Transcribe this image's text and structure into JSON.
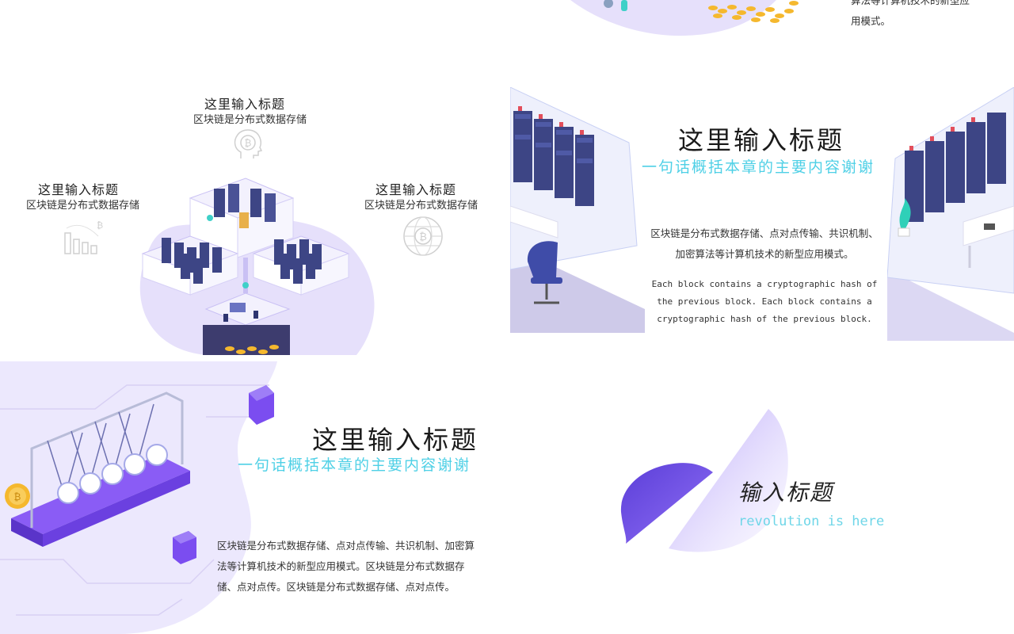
{
  "top_slide": {
    "partial_text_line1": "算法等计算机技术的新型应",
    "partial_text_line2": "用模式。"
  },
  "slide1": {
    "items": [
      {
        "title": "这里输入标题",
        "desc": "区块链是分布式数据存储",
        "icon": "bitcoin-head-icon"
      },
      {
        "title": "这里输入标题",
        "desc": "区块链是分布式数据存储",
        "icon": "bar-chart-bitcoin-icon"
      },
      {
        "title": "这里输入标题",
        "desc": "区块链是分布式数据存储",
        "icon": "globe-bitcoin-icon"
      }
    ]
  },
  "slide2": {
    "title": "这里输入标题",
    "subtitle": "一句话概括本章的主要内容谢谢",
    "body_cn": "区块链是分布式数据存储、点对点传输、共识机制、加密算法等计算机技术的新型应用模式。",
    "body_en": "Each block contains a cryptographic hash of the previous block. Each block contains a cryptographic hash of the previous block."
  },
  "slide3": {
    "title": "这里输入标题",
    "subtitle": "一句话概括本章的主要内容谢谢",
    "body_cn": "区块链是分布式数据存储、点对点传输、共识机制、加密算法等计算机技术的新型应用模式。区块链是分布式数据存储、点对点传。区块链是分布式数据存储、点对点传。"
  },
  "slide4": {
    "title": "输入标题",
    "subtitle": "revolution is here"
  },
  "colors": {
    "accent_purple": "#7b4df0",
    "light_lavender": "#e9e4fd",
    "cyan": "#4fd0e6",
    "server_navy": "#3d4585",
    "gold": "#f5b82e"
  }
}
